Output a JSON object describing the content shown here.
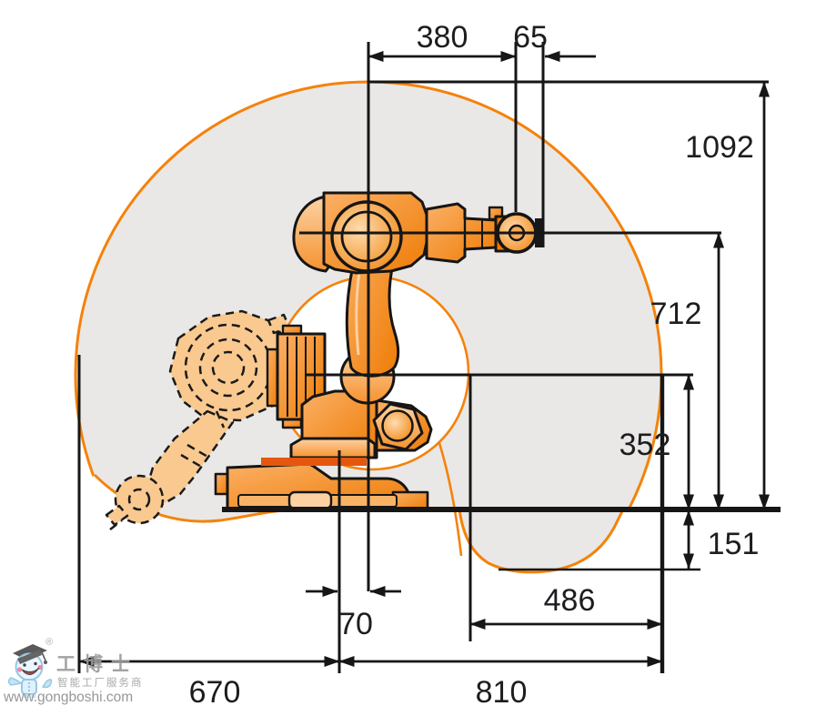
{
  "diagram": {
    "title": "robot-working-range-side-view",
    "dimensions": {
      "d380": "380",
      "d65": "65",
      "d1092": "1092",
      "d712": "712",
      "d352": "352",
      "d151": "151",
      "d486": "486",
      "d70": "70",
      "d670": "670",
      "d810": "810"
    },
    "colors": {
      "envelope_fill": "#e9e8e7",
      "envelope_stroke": "#f5820a",
      "robot_fill": "#f79c42",
      "robot_fill_dark": "#ee7c05",
      "robot_fill_light": "#fcd2a2",
      "phantom_fill": "#f9c98f",
      "line_color": "#161616",
      "label_color": "#1d1d20"
    }
  },
  "watermark": {
    "brand": "工博士",
    "registered": "®",
    "tagline": "智能工厂服务商",
    "website": "www.gongboshi.com"
  }
}
